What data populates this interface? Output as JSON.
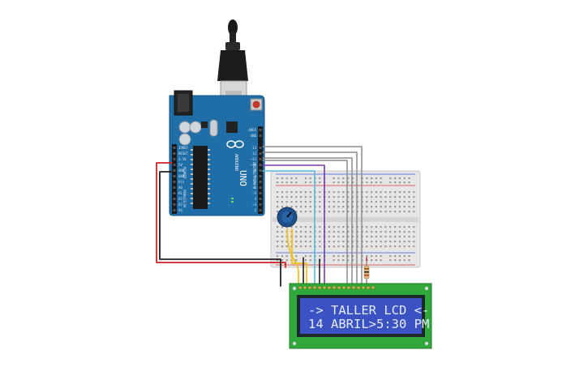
{
  "board": {
    "brand_vertical": "ARDUINO",
    "model": "UNO",
    "pin_numbers_digital": [
      "13",
      "12",
      "~11",
      "~10",
      "~9",
      "8",
      "7",
      "~6",
      "~5",
      "4",
      "~3",
      "2",
      "TX 1",
      "RX 0"
    ],
    "header_labels_right": [
      "AREF",
      "GND"
    ],
    "power_labels": [
      "IOREF",
      "RESET",
      "3.3V",
      "5V",
      "GND",
      "GND",
      "Vin"
    ],
    "analog_labels": [
      "A0",
      "A1",
      "A2",
      "A3",
      "A4",
      "A5"
    ],
    "section_power": "POWER",
    "section_analog": "ANALOG IN",
    "section_digital": "DIGITAL (PWM~)"
  },
  "lcd": {
    "line1": "-> TALLER LCD <-",
    "line2": "14 ABRIL>5:30 PM"
  },
  "colors": {
    "board": "#1f6ea8",
    "lcd_bezel": "#31a83b",
    "lcd_screen": "#3a52c4",
    "wire_gray": "#8c8c8c",
    "wire_red": "#d32222",
    "wire_black": "#222222",
    "wire_yellow": "#f0c020",
    "wire_purple": "#7a3aa8",
    "wire_cyan": "#5ab8d8",
    "potentiometer": "#1f4f8a"
  },
  "icons": {
    "usb_connector": "usb-plug-icon",
    "reset_button": "reset-button-icon",
    "potentiometer_knob": "potentiometer-icon",
    "resistor": "resistor-icon"
  }
}
